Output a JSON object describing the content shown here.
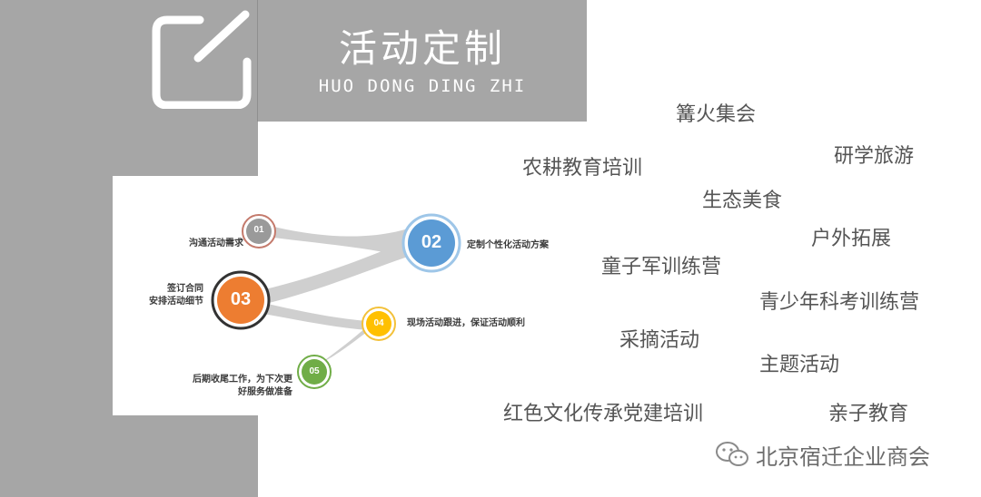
{
  "header": {
    "title": "活动定制",
    "subtitle": "HUO DONG DING ZHI",
    "icon": "edit-icon"
  },
  "process": {
    "steps": [
      {
        "num": "01",
        "label": "沟通活动需求",
        "color": "#c47a6c"
      },
      {
        "num": "02",
        "label": "定制个性化活动方案",
        "color": "#5b9bd5"
      },
      {
        "num": "03",
        "label": "签订合同\n安排活动细节",
        "color": "#ed7d31"
      },
      {
        "num": "04",
        "label": "现场活动跟进，保证活动顺利",
        "color": "#ffc000"
      },
      {
        "num": "05",
        "label": "后期收尾工作，为下次更\n好服务做准备",
        "color": "#70ad47"
      }
    ]
  },
  "tags": [
    "篝火集会",
    "研学旅游",
    "农耕教育培训",
    "生态美食",
    "户外拓展",
    "童子军训练营",
    "青少年科考训练营",
    "采摘活动",
    "主题活动",
    "红色文化传承党建培训",
    "亲子教育"
  ],
  "watermark": {
    "text": "北京宿迁企业商会",
    "icon": "wechat-icon"
  }
}
